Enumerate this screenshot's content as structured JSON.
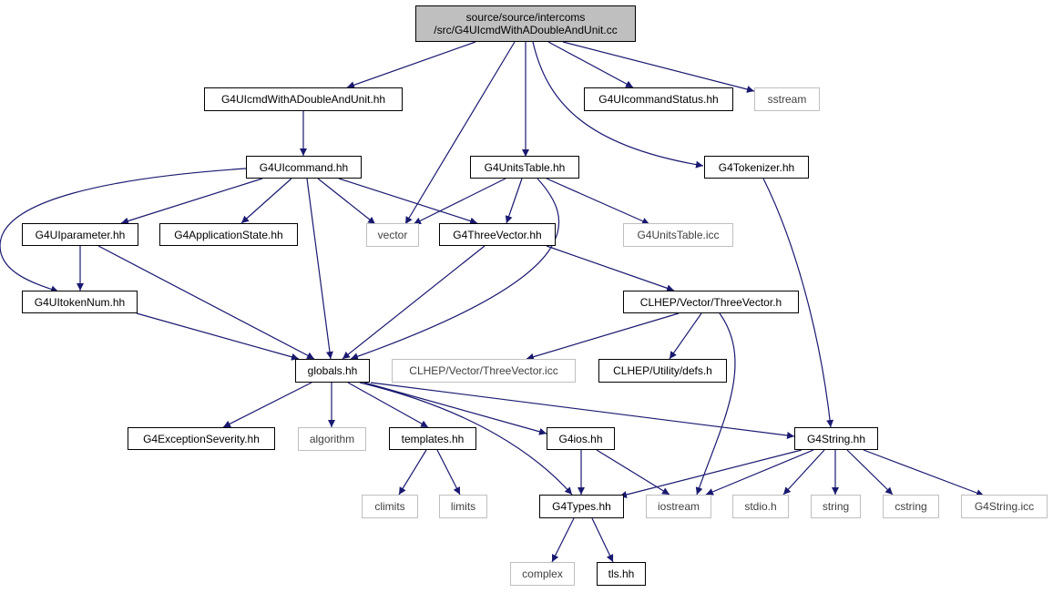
{
  "colors": {
    "edge": "#191970",
    "solid_border": "#000000",
    "external_border": "#bfbfbf",
    "root_fill": "#bfbfbf"
  },
  "nodes": {
    "root": {
      "line1": "source/source/intercoms",
      "line2": "/src/G4UIcmdWithADoubleAndUnit.cc"
    },
    "g4uicmdwithadoubleandunit_hh": "G4UIcmdWithADoubleAndUnit.hh",
    "g4uicommandstatus_hh": "G4UIcommandStatus.hh",
    "sstream": "sstream",
    "g4uicommand_hh": "G4UIcommand.hh",
    "g4unitstable_hh": "G4UnitsTable.hh",
    "g4tokenizer_hh": "G4Tokenizer.hh",
    "g4uiparameter_hh": "G4UIparameter.hh",
    "g4applicationstate_hh": "G4ApplicationState.hh",
    "vector": "vector",
    "g4threevector_hh": "G4ThreeVector.hh",
    "g4unitstable_icc": "G4UnitsTable.icc",
    "g4uitokennum_hh": "G4UItokenNum.hh",
    "clhep_threevector_h": "CLHEP/Vector/ThreeVector.h",
    "globals_hh": "globals.hh",
    "clhep_threevector_icc": "CLHEP/Vector/ThreeVector.icc",
    "clhep_defs_h": "CLHEP/Utility/defs.h",
    "g4exceptionseverity_hh": "G4ExceptionSeverity.hh",
    "algorithm": "algorithm",
    "templates_hh": "templates.hh",
    "g4ios_hh": "G4ios.hh",
    "g4string_hh": "G4String.hh",
    "climits": "climits",
    "limits": "limits",
    "g4types_hh": "G4Types.hh",
    "iostream": "iostream",
    "stdio_h": "stdio.h",
    "string": "string",
    "cstring": "cstring",
    "g4string_icc": "G4String.icc",
    "complex": "complex",
    "tls_hh": "tls.hh"
  }
}
